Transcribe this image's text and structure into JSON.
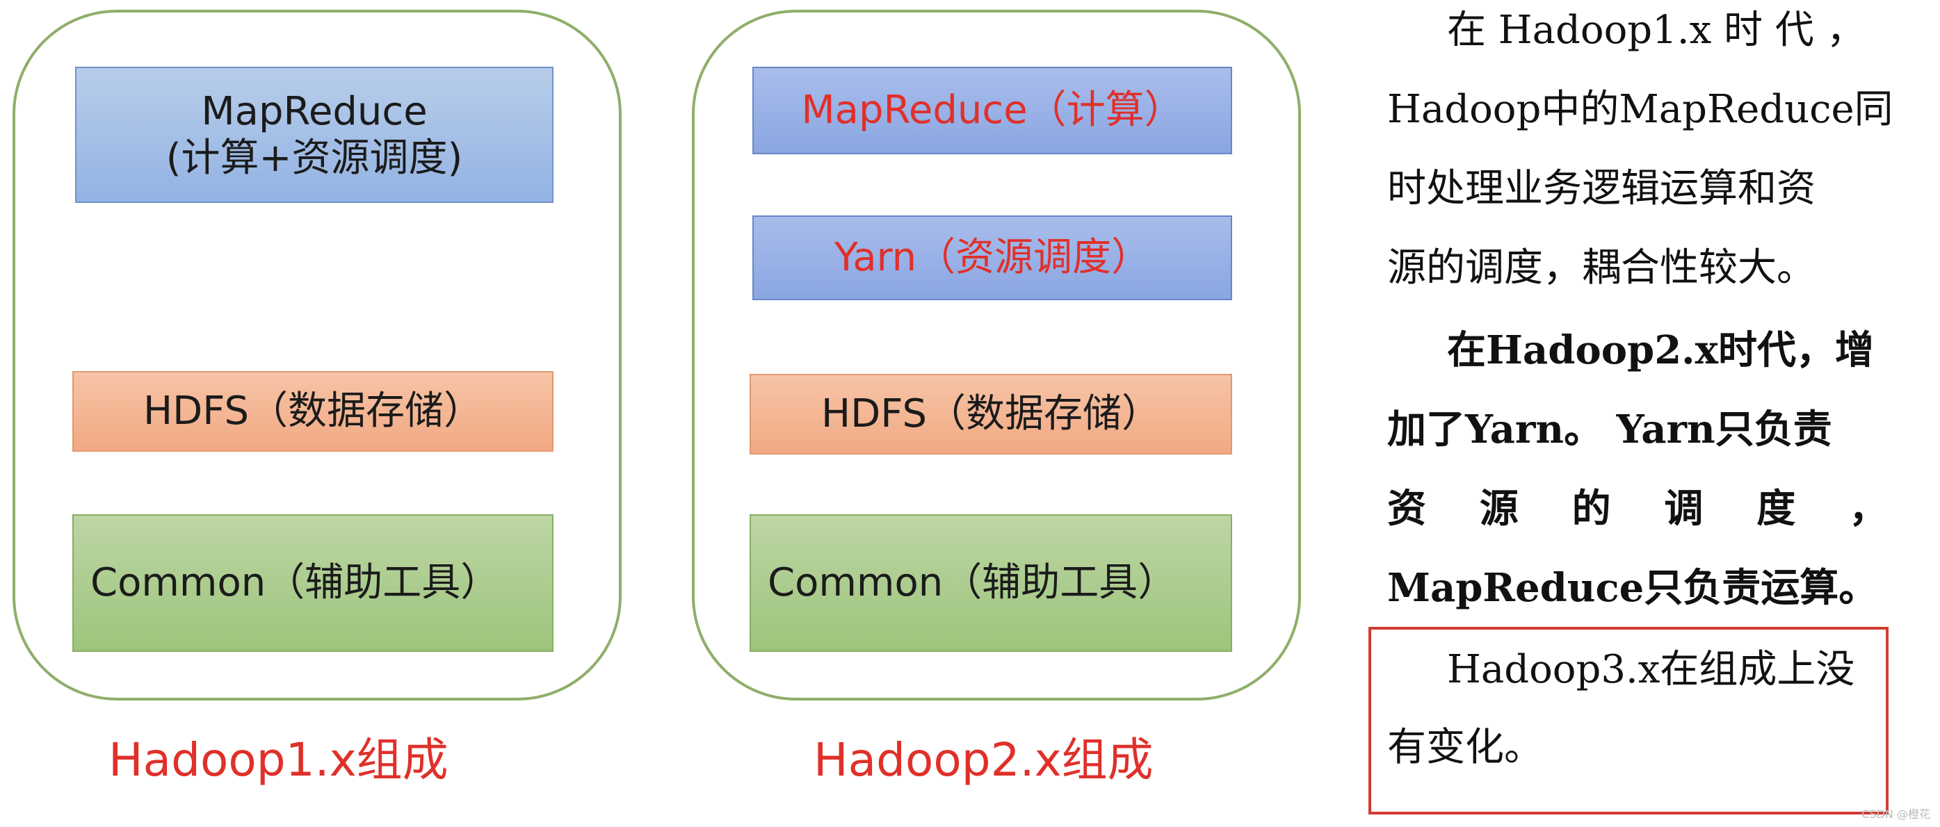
{
  "hadoop1": {
    "mapreduce_line1": "MapReduce",
    "mapreduce_line2": "(计算+资源调度)",
    "hdfs": "HDFS（数据存储）",
    "common": "Common（辅助工具）",
    "caption": "Hadoop1.x组成"
  },
  "hadoop2": {
    "mapreduce": "MapReduce（计算）",
    "yarn": "Yarn（资源调度）",
    "hdfs": "HDFS（数据存储）",
    "common": "Common（辅助工具）",
    "caption": "Hadoop2.x组成"
  },
  "description": {
    "p1_line1": "在 Hadoop1.x 时 代 ，",
    "p1_line2": "Hadoop中的MapReduce同",
    "p1_line3": "时处理业务逻辑运算和资",
    "p1_line4": "源的调度，耦合性较大。",
    "p2_line1": "在Hadoop2.x时代，增",
    "p2_line2": "加了Yarn。 Yarn只负责",
    "p2_line3_chars": [
      "资",
      "源",
      "的",
      "调",
      "度",
      "，"
    ],
    "p2_line4": "MapReduce只负责运算。",
    "p3_line1": "Hadoop3.x在组成上没",
    "p3_line2": "有变化。"
  },
  "watermark": "CSDN @橙花"
}
